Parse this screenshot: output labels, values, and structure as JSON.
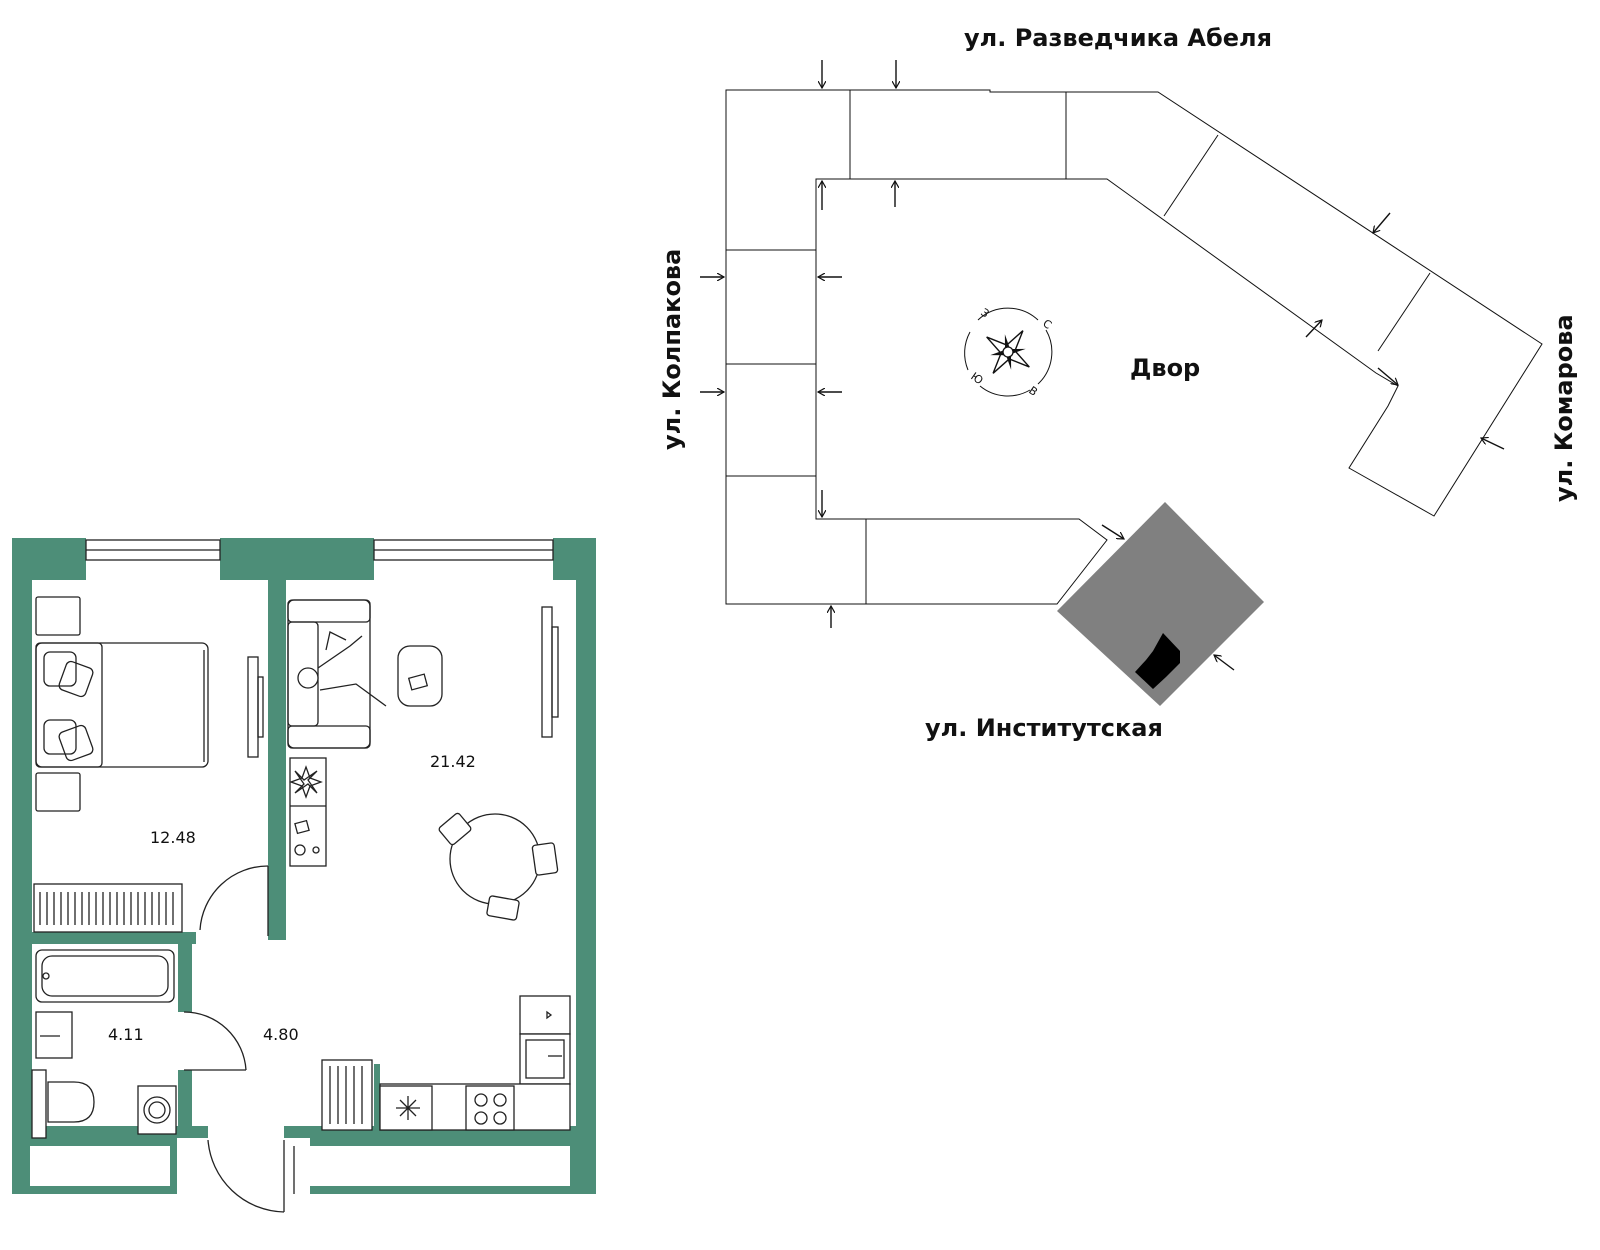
{
  "site_plan": {
    "streets": {
      "north": "ул. Разведчика Абеля",
      "west": "ул. Колпакова",
      "east": "ул. Комарова",
      "south": "ул. Институтская"
    },
    "yard_label": "Двор",
    "compass": {
      "north": "С",
      "east": "В",
      "south": "Ю",
      "west": "З"
    }
  },
  "apartment": {
    "rooms": [
      {
        "id": "bedroom",
        "area": "12.48"
      },
      {
        "id": "living-kitchen",
        "area": "21.42"
      },
      {
        "id": "bathroom",
        "area": "4.11"
      },
      {
        "id": "hallway",
        "area": "4.80"
      }
    ]
  },
  "colors": {
    "wall": "#4d8e78",
    "highlighted_section": "#808080",
    "highlighted_entrance": "#000000"
  }
}
